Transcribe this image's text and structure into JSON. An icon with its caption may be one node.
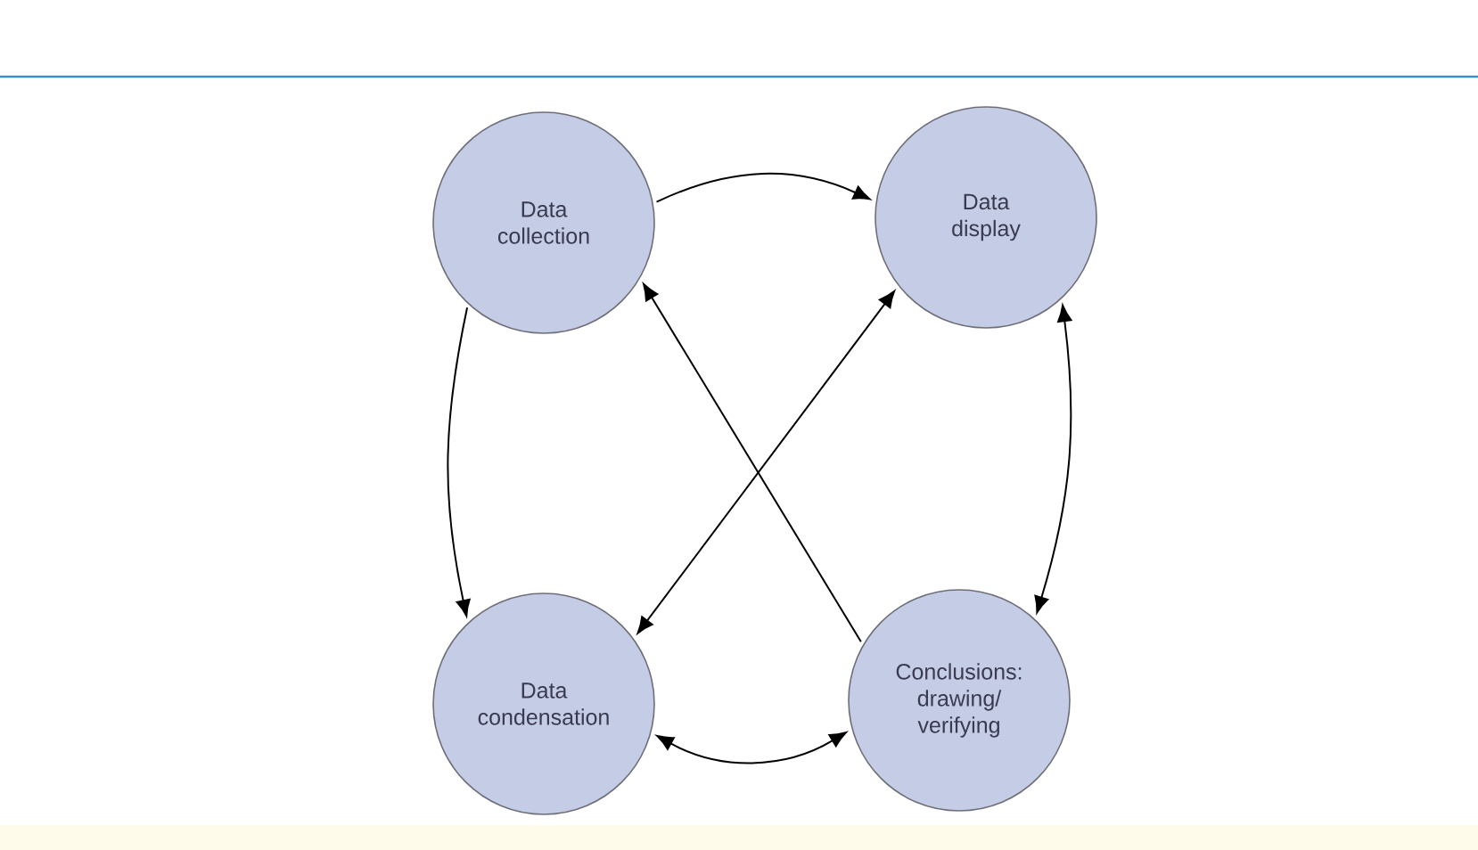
{
  "diagram": {
    "nodes": [
      {
        "text": [
          "Data collection"
        ]
      },
      {
        "text": [
          "Data display"
        ]
      },
      {
        "text": [
          "Data condensation"
        ]
      },
      {
        "text": [
          "Conclusions: drawing/ verifying"
        ]
      }
    ],
    "edges": [
      {
        "from": 0,
        "to": 1,
        "arrow": "to"
      },
      {
        "from": 0,
        "to": 2,
        "arrow": "to"
      },
      {
        "from": 1,
        "to": 3,
        "arrow": "both"
      },
      {
        "from": 2,
        "to": 3,
        "arrow": "both"
      },
      {
        "from": 1,
        "to": 2,
        "arrow": "both"
      },
      {
        "from": 3,
        "to": 0,
        "arrow": "to"
      }
    ]
  }
}
